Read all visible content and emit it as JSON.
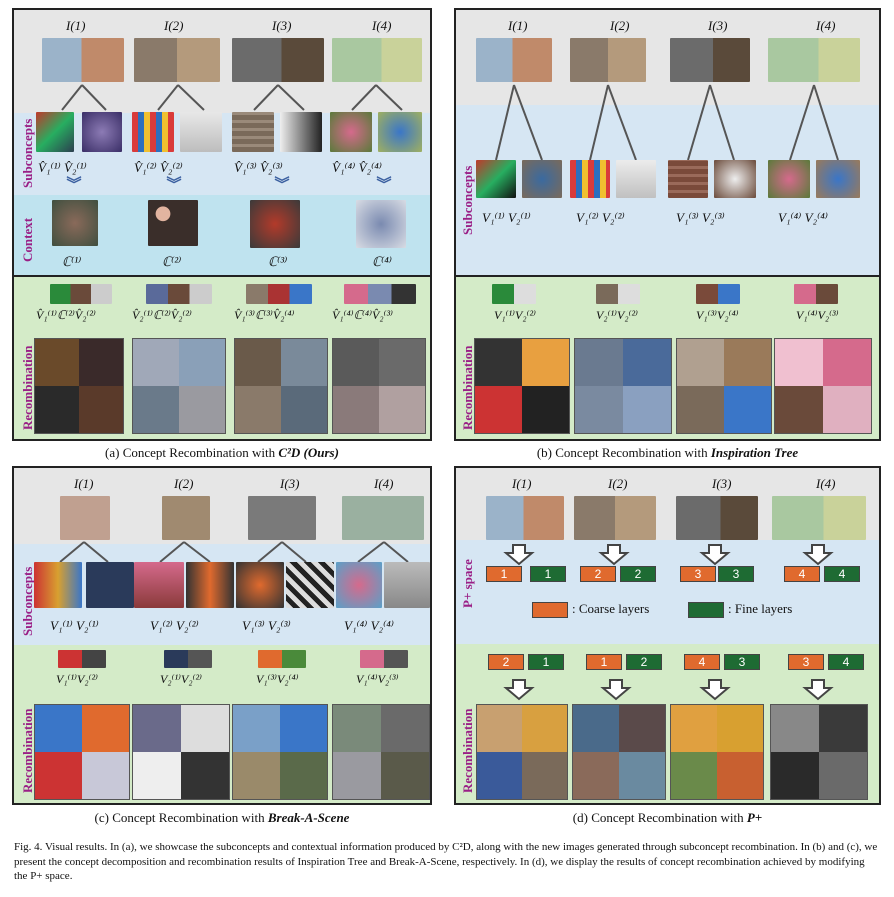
{
  "panel_a": {
    "caption": "(a) Concept Recombination with ",
    "caption_bold": "C²D (Ours)",
    "inputs": [
      "I(1)",
      "I(2)",
      "I(3)",
      "I(4)"
    ],
    "side_subconcepts": "Subconcepts",
    "side_context": "Context",
    "side_recombination": "Recombination",
    "subconcept_labels": [
      "V̂₁⁽¹⁾ V̂₂⁽¹⁾",
      "V̂₁⁽²⁾ V̂₂⁽²⁾",
      "V̂₁⁽³⁾ V̂₂⁽³⁾",
      "V̂₁⁽⁴⁾ V̂₂⁽⁴⁾"
    ],
    "context_labels": [
      "ℂ⁽¹⁾",
      "ℂ⁽²⁾",
      "ℂ⁽³⁾",
      "ℂ⁽⁴⁾"
    ],
    "recomb_labels": [
      "V̂₁⁽¹⁾ℂ⁽²⁾V̂₂⁽²⁾",
      "V̂₂⁽¹⁾ℂ⁽²⁾V̂₂⁽²⁾",
      "V̂₁⁽³⁾ℂ⁽³⁾V̂₂⁽⁴⁾",
      "V̂₁⁽⁴⁾ℂ⁽⁴⁾V̂₂⁽³⁾"
    ]
  },
  "panel_b": {
    "caption": "(b) Concept Recombination  with ",
    "caption_bold": "Inspiration Tree",
    "inputs": [
      "I(1)",
      "I(2)",
      "I(3)",
      "I(4)"
    ],
    "side_subconcepts": "Subconcepts",
    "side_recombination": "Recombination",
    "subconcept_labels": [
      "V₁⁽¹⁾  V₂⁽¹⁾",
      "V₁⁽²⁾  V₂⁽²⁾",
      "V₁⁽³⁾  V₂⁽³⁾",
      "V₁⁽⁴⁾  V₂⁽⁴⁾"
    ],
    "recomb_labels": [
      "V₁⁽¹⁾V₂⁽²⁾",
      "V₂⁽¹⁾V₂⁽²⁾",
      "V₁⁽³⁾V₂⁽⁴⁾",
      "V₁⁽⁴⁾V₂⁽³⁾"
    ]
  },
  "panel_c": {
    "caption": "(c) Concept Recombination with ",
    "caption_bold": "Break-A-Scene",
    "inputs": [
      "I(1)",
      "I(2)",
      "I(3)",
      "I(4)"
    ],
    "side_subconcepts": "Subconcepts",
    "side_recombination": "Recombination",
    "subconcept_labels": [
      "V₁⁽¹⁾  V₂⁽¹⁾",
      "V₁⁽²⁾  V₂⁽²⁾",
      "V₁⁽³⁾  V₂⁽³⁾",
      "V₁⁽⁴⁾  V₂⁽⁴⁾"
    ],
    "recomb_labels": [
      "V₁⁽¹⁾V₂⁽²⁾",
      "V₂⁽¹⁾V₂⁽²⁾",
      "V₁⁽³⁾V₂⁽⁴⁾",
      "V₁⁽⁴⁾V₂⁽³⁾"
    ]
  },
  "panel_d": {
    "caption": "(d) Concept Recombination with ",
    "caption_bold": "P+",
    "inputs": [
      "I(1)",
      "I(2)",
      "I(3)",
      "I(4)"
    ],
    "side_space": "P+ space",
    "side_recombination": "Recombination",
    "coarse_fine_pairs": [
      [
        "1",
        "1"
      ],
      [
        "2",
        "2"
      ],
      [
        "3",
        "3"
      ],
      [
        "4",
        "4"
      ]
    ],
    "legend_coarse": ": Coarse layers",
    "legend_fine": ": Fine layers",
    "recomb_pairs": [
      [
        "2",
        "1"
      ],
      [
        "1",
        "2"
      ],
      [
        "4",
        "3"
      ],
      [
        "3",
        "4"
      ]
    ]
  },
  "figure_caption": "Fig. 4.  Visual results. In (a), we showcase the subconcepts and contextual information produced by C²D, along with the new images generated through subconcept recombination. In (b) and (c), we present the concept decomposition and recombination results of Inspiration Tree and Break-A-Scene, respectively. In (d), we display the results of concept recombination achieved by modifying the P+ space.",
  "colors": {
    "side_label": "#9a1f86",
    "coarse": "#e06a2e",
    "fine": "#1e6b33",
    "chevron": "#3a5fa0"
  }
}
